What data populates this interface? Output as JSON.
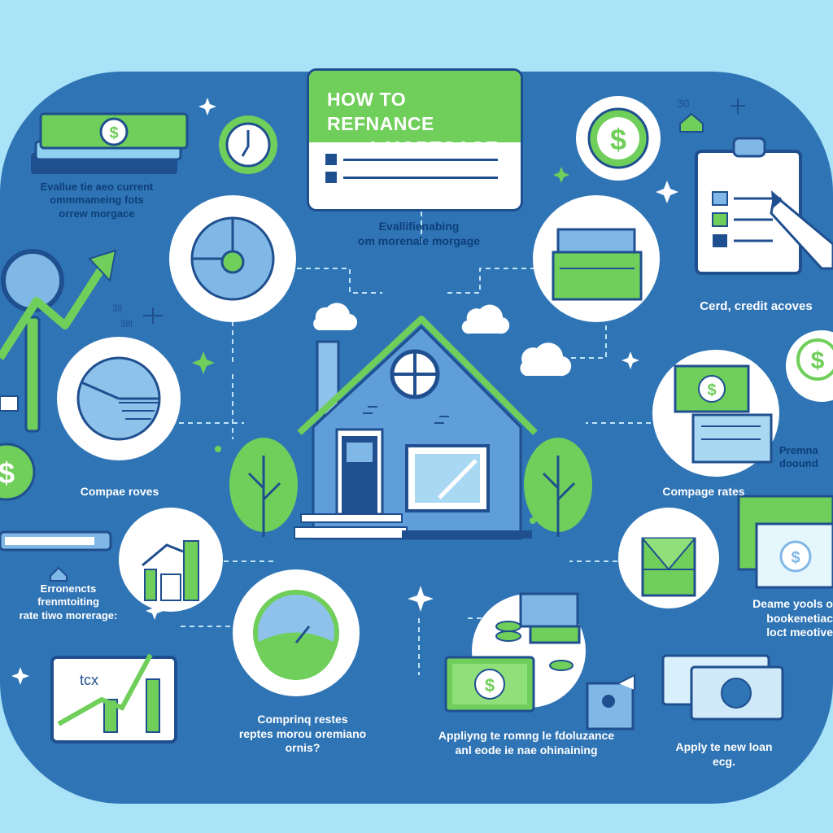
{
  "title": {
    "line1": "HOW TO REFNANCE",
    "line2": "A MORTGAGE"
  },
  "labels": {
    "evaluate_current": [
      "Evallue tie aeo current",
      "ommmameing fots",
      "orrew morgace"
    ],
    "evaluating_center": [
      "Evallifienabing",
      "om morenale morgage"
    ],
    "credit": "Cerd, credit acoves",
    "compare_left": "Compae roves",
    "compare_right": "Compage rates",
    "prepare_docs": [
      "Premna",
      "doound"
    ],
    "economics": [
      "Erronencts",
      "frenmtoiting",
      "rate tiwo morerage:"
    ],
    "comparing": [
      "Comprinq restes",
      "reptes morou oremiano",
      "ornis?"
    ],
    "applying": [
      "Appliyng te romng le fdoluzance",
      "anl eode ie nae ohinaining"
    ],
    "decide": [
      "Deame yools o",
      "bookenetiac",
      "loct meotive"
    ],
    "apply_loan": [
      "Apply te new loan",
      "ecg."
    ]
  },
  "icon_text": {
    "chart_mark": "tcx",
    "num1": "30",
    "num2": "3ll",
    "num3": "3lll"
  },
  "colors": {
    "background": "#a9e3f7",
    "panel": "#2f74b5",
    "green": "#6fcf5a",
    "navy": "#1f4f8f",
    "white": "#ffffff"
  },
  "icons": [
    "money-stack-icon",
    "clock-icon",
    "pie-chart-icon",
    "growth-arrow-icon",
    "magnifier-icon",
    "dollar-coin-icon",
    "clipboard-icon",
    "pencil-icon",
    "folder-icon",
    "house-icon",
    "tree-icon",
    "cloud-icon",
    "sparkle-icon",
    "bar-chart-icon",
    "gauge-icon",
    "coin-stack-icon",
    "banknote-icon",
    "document-icon"
  ]
}
